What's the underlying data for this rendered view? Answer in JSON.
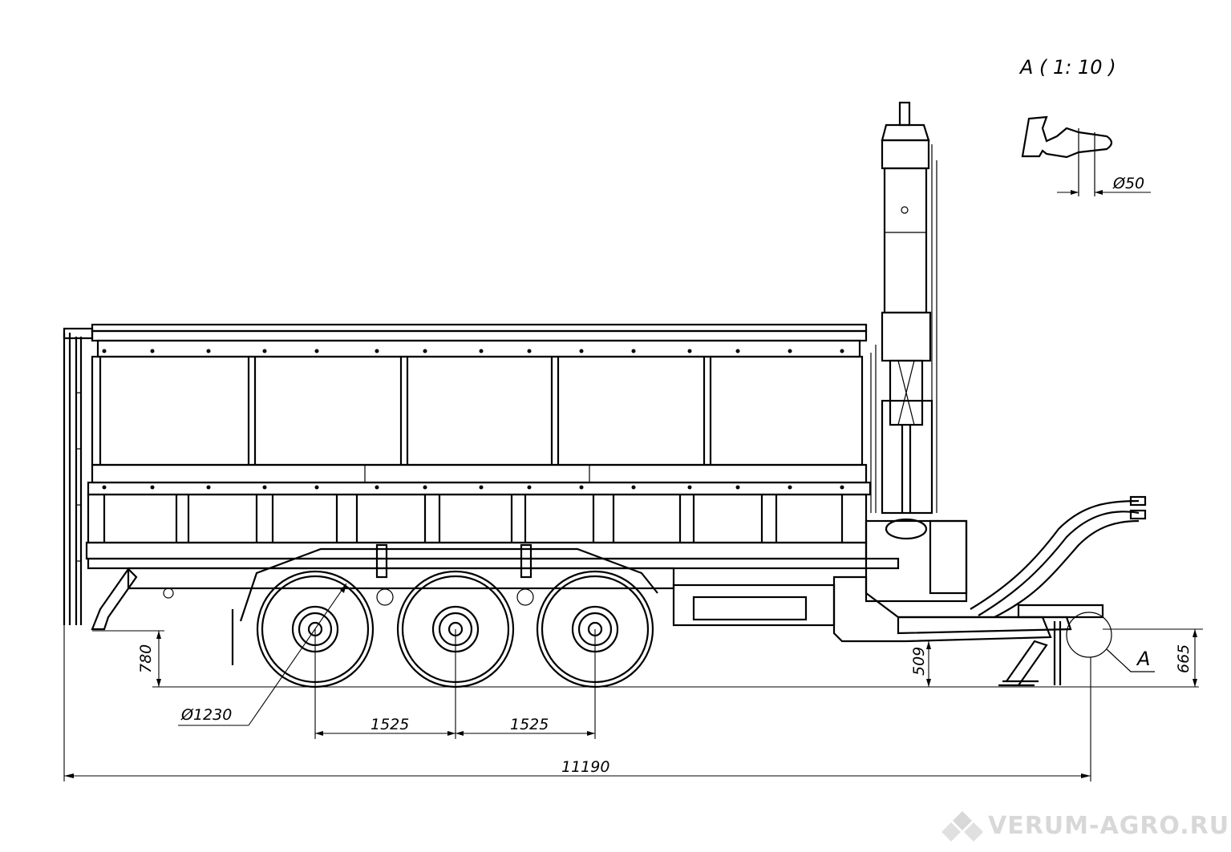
{
  "view": {
    "title": "A ( 1: 10 )",
    "detail_diameter": "Ø50",
    "callout_letter": "A"
  },
  "dimensions": {
    "wheel_diameter": "Ø1230",
    "axle_spacing_1": "1525",
    "axle_spacing_2": "1525",
    "overall_length": "11190",
    "rear_height": "780",
    "drawbar_height": "509",
    "hitch_height": "665"
  },
  "watermark": {
    "text": "VERUM-AGRO.RU",
    "color": "#d8d8d8"
  }
}
